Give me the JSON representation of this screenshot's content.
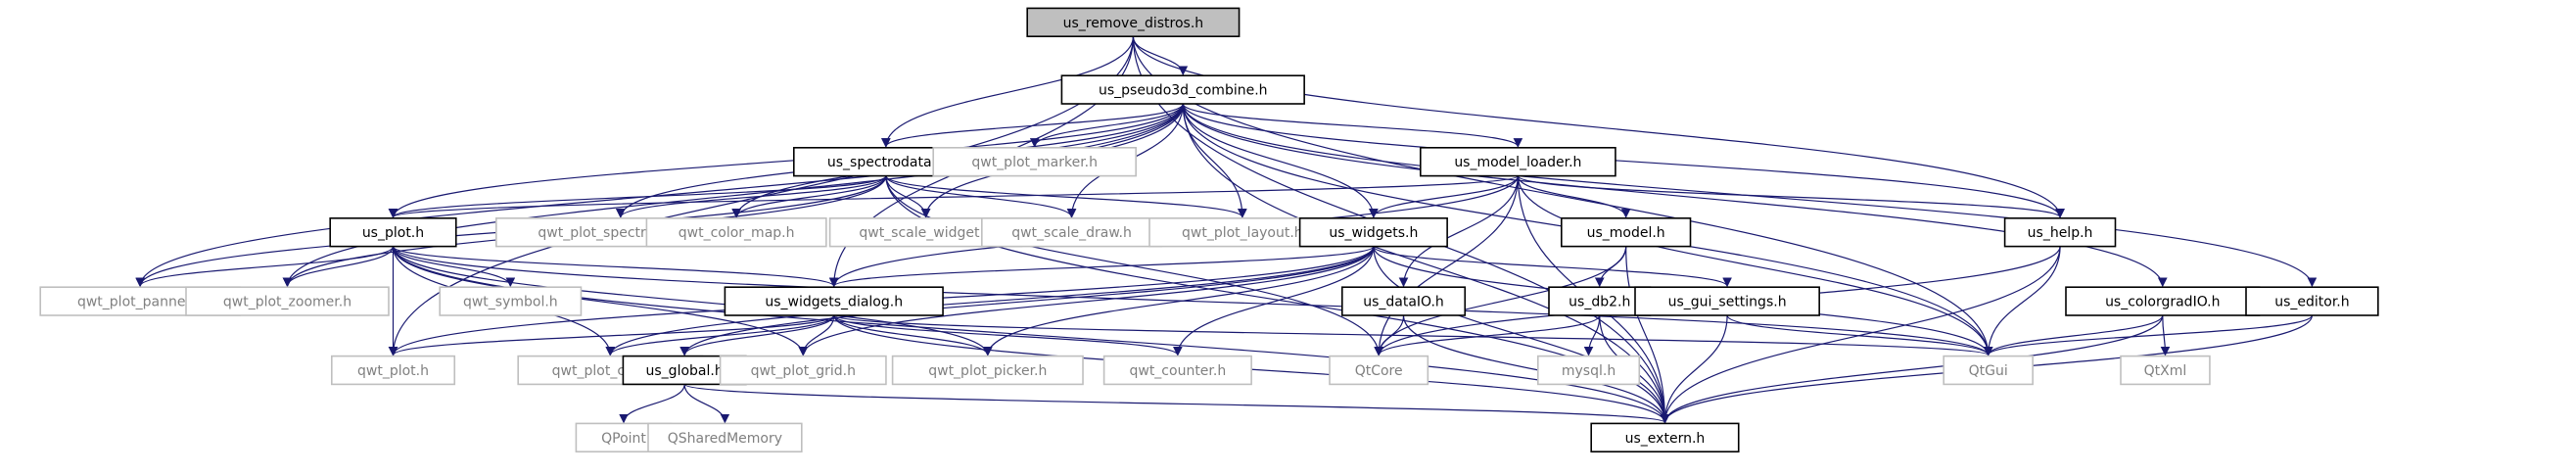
{
  "nodes": [
    {
      "id": "us_remove_distros",
      "label": "us_remove_distros.h",
      "style": "root"
    },
    {
      "id": "us_pseudo3d_combine",
      "label": "us_pseudo3d_combine.h",
      "style": "dark"
    },
    {
      "id": "us_spectrodata",
      "label": "us_spectrodata.h",
      "style": "dark"
    },
    {
      "id": "qwt_plot_marker",
      "label": "qwt_plot_marker.h",
      "style": "light"
    },
    {
      "id": "us_model_loader",
      "label": "us_model_loader.h",
      "style": "dark"
    },
    {
      "id": "us_plot",
      "label": "us_plot.h",
      "style": "dark"
    },
    {
      "id": "qwt_plot_spectrogram",
      "label": "qwt_plot_spectrogram.h",
      "style": "light"
    },
    {
      "id": "qwt_color_map",
      "label": "qwt_color_map.h",
      "style": "light"
    },
    {
      "id": "qwt_scale_widget",
      "label": "qwt_scale_widget.h",
      "style": "light"
    },
    {
      "id": "qwt_scale_draw",
      "label": "qwt_scale_draw.h",
      "style": "light"
    },
    {
      "id": "qwt_plot_layout",
      "label": "qwt_plot_layout.h",
      "style": "light"
    },
    {
      "id": "us_widgets",
      "label": "us_widgets.h",
      "style": "dark"
    },
    {
      "id": "us_model",
      "label": "us_model.h",
      "style": "dark"
    },
    {
      "id": "us_help",
      "label": "us_help.h",
      "style": "dark"
    },
    {
      "id": "us_colorgradIO",
      "label": "us_colorgradIO.h",
      "style": "dark"
    },
    {
      "id": "us_editor",
      "label": "us_editor.h",
      "style": "dark"
    },
    {
      "id": "qwt_plot_panner",
      "label": "qwt_plot_panner.h",
      "style": "light"
    },
    {
      "id": "qwt_plot_zoomer",
      "label": "qwt_plot_zoomer.h",
      "style": "light"
    },
    {
      "id": "qwt_symbol",
      "label": "qwt_symbol.h",
      "style": "light"
    },
    {
      "id": "us_widgets_dialog",
      "label": "us_widgets_dialog.h",
      "style": "dark"
    },
    {
      "id": "us_dataIO",
      "label": "us_dataIO.h",
      "style": "dark"
    },
    {
      "id": "us_db2",
      "label": "us_db2.h",
      "style": "dark"
    },
    {
      "id": "us_gui_settings",
      "label": "us_gui_settings.h",
      "style": "dark"
    },
    {
      "id": "qwt_plot",
      "label": "qwt_plot.h",
      "style": "light"
    },
    {
      "id": "qwt_plot_curve",
      "label": "qwt_plot_curve.h",
      "style": "light"
    },
    {
      "id": "us_global",
      "label": "us_global.h",
      "style": "dark"
    },
    {
      "id": "qwt_plot_grid",
      "label": "qwt_plot_grid.h",
      "style": "light"
    },
    {
      "id": "qwt_plot_picker",
      "label": "qwt_plot_picker.h",
      "style": "light"
    },
    {
      "id": "qwt_counter",
      "label": "qwt_counter.h",
      "style": "light"
    },
    {
      "id": "QtCore",
      "label": "QtCore",
      "style": "light"
    },
    {
      "id": "mysql",
      "label": "mysql.h",
      "style": "light"
    },
    {
      "id": "QtGui",
      "label": "QtGui",
      "style": "light"
    },
    {
      "id": "QtXml",
      "label": "QtXml",
      "style": "light"
    },
    {
      "id": "QPoint",
      "label": "QPoint",
      "style": "light"
    },
    {
      "id": "QSharedMemory",
      "label": "QSharedMemory",
      "style": "light"
    },
    {
      "id": "us_extern",
      "label": "us_extern.h",
      "style": "dark"
    }
  ],
  "edges": [
    [
      "us_remove_distros",
      "us_pseudo3d_combine"
    ],
    [
      "us_remove_distros",
      "us_spectrodata"
    ],
    [
      "us_remove_distros",
      "us_widgets_dialog"
    ],
    [
      "us_remove_distros",
      "qwt_plot"
    ],
    [
      "us_remove_distros",
      "us_help"
    ],
    [
      "us_remove_distros",
      "QtGui"
    ],
    [
      "us_remove_distros",
      "us_extern"
    ],
    [
      "us_pseudo3d_combine",
      "us_spectrodata"
    ],
    [
      "us_pseudo3d_combine",
      "qwt_plot_marker"
    ],
    [
      "us_pseudo3d_combine",
      "us_model_loader"
    ],
    [
      "us_pseudo3d_combine",
      "us_plot"
    ],
    [
      "us_pseudo3d_combine",
      "qwt_plot_spectrogram"
    ],
    [
      "us_pseudo3d_combine",
      "qwt_color_map"
    ],
    [
      "us_pseudo3d_combine",
      "qwt_scale_widget"
    ],
    [
      "us_pseudo3d_combine",
      "qwt_scale_draw"
    ],
    [
      "us_pseudo3d_combine",
      "qwt_plot_layout"
    ],
    [
      "us_pseudo3d_combine",
      "us_widgets"
    ],
    [
      "us_pseudo3d_combine",
      "us_help"
    ],
    [
      "us_pseudo3d_combine",
      "us_colorgradIO"
    ],
    [
      "us_pseudo3d_combine",
      "us_editor"
    ],
    [
      "us_pseudo3d_combine",
      "qwt_plot_panner"
    ],
    [
      "us_pseudo3d_combine",
      "qwt_plot_zoomer"
    ],
    [
      "us_pseudo3d_combine",
      "QtGui"
    ],
    [
      "us_pseudo3d_combine",
      "us_extern"
    ],
    [
      "us_spectrodata",
      "us_plot"
    ],
    [
      "us_spectrodata",
      "qwt_plot_spectrogram"
    ],
    [
      "us_spectrodata",
      "qwt_color_map"
    ],
    [
      "us_spectrodata",
      "qwt_scale_widget"
    ],
    [
      "us_spectrodata",
      "qwt_scale_draw"
    ],
    [
      "us_spectrodata",
      "qwt_plot_layout"
    ],
    [
      "us_spectrodata",
      "qwt_plot_panner"
    ],
    [
      "us_spectrodata",
      "qwt_plot_zoomer"
    ],
    [
      "us_spectrodata",
      "QtCore"
    ],
    [
      "us_spectrodata",
      "us_extern"
    ],
    [
      "us_model_loader",
      "us_plot"
    ],
    [
      "us_model_loader",
      "us_widgets"
    ],
    [
      "us_model_loader",
      "us_model"
    ],
    [
      "us_model_loader",
      "us_help"
    ],
    [
      "us_model_loader",
      "us_dataIO"
    ],
    [
      "us_model_loader",
      "us_widgets_dialog"
    ],
    [
      "us_model_loader",
      "QtCore"
    ],
    [
      "us_model_loader",
      "QtGui"
    ],
    [
      "us_model_loader",
      "us_extern"
    ],
    [
      "us_plot",
      "qwt_plot_panner"
    ],
    [
      "us_plot",
      "qwt_plot_zoomer"
    ],
    [
      "us_plot",
      "qwt_symbol"
    ],
    [
      "us_plot",
      "us_widgets_dialog"
    ],
    [
      "us_plot",
      "qwt_plot"
    ],
    [
      "us_plot",
      "qwt_plot_curve"
    ],
    [
      "us_plot",
      "qwt_plot_grid"
    ],
    [
      "us_plot",
      "qwt_plot_picker"
    ],
    [
      "us_plot",
      "us_extern"
    ],
    [
      "us_plot",
      "QtGui"
    ],
    [
      "us_widgets",
      "us_widgets_dialog"
    ],
    [
      "us_widgets",
      "qwt_plot"
    ],
    [
      "us_widgets",
      "qwt_plot_curve"
    ],
    [
      "us_widgets",
      "us_global"
    ],
    [
      "us_widgets",
      "qwt_plot_grid"
    ],
    [
      "us_widgets",
      "qwt_plot_picker"
    ],
    [
      "us_widgets",
      "qwt_counter"
    ],
    [
      "us_widgets",
      "us_gui_settings"
    ],
    [
      "us_widgets",
      "QtGui"
    ],
    [
      "us_widgets",
      "us_extern"
    ],
    [
      "us_model",
      "us_db2"
    ],
    [
      "us_model",
      "QtCore"
    ],
    [
      "us_model",
      "us_extern"
    ],
    [
      "us_help",
      "QtCore"
    ],
    [
      "us_help",
      "QtGui"
    ],
    [
      "us_help",
      "us_extern"
    ],
    [
      "us_colorgradIO",
      "QtGui"
    ],
    [
      "us_colorgradIO",
      "QtXml"
    ],
    [
      "us_colorgradIO",
      "us_extern"
    ],
    [
      "us_editor",
      "QtGui"
    ],
    [
      "us_editor",
      "us_extern"
    ],
    [
      "us_widgets_dialog",
      "qwt_plot"
    ],
    [
      "us_widgets_dialog",
      "qwt_plot_curve"
    ],
    [
      "us_widgets_dialog",
      "us_global"
    ],
    [
      "us_widgets_dialog",
      "qwt_plot_grid"
    ],
    [
      "us_widgets_dialog",
      "qwt_plot_picker"
    ],
    [
      "us_widgets_dialog",
      "qwt_counter"
    ],
    [
      "us_widgets_dialog",
      "QtGui"
    ],
    [
      "us_widgets_dialog",
      "us_extern"
    ],
    [
      "us_dataIO",
      "QtCore"
    ],
    [
      "us_dataIO",
      "us_extern"
    ],
    [
      "us_db2",
      "QtCore"
    ],
    [
      "us_db2",
      "mysql"
    ],
    [
      "us_db2",
      "us_extern"
    ],
    [
      "us_gui_settings",
      "QtGui"
    ],
    [
      "us_gui_settings",
      "us_extern"
    ],
    [
      "us_global",
      "QPoint"
    ],
    [
      "us_global",
      "QSharedMemory"
    ],
    [
      "us_global",
      "us_extern"
    ]
  ],
  "colors": {
    "edge": "#191970",
    "root_fill": "#bfbfbf",
    "dark_border": "#000000",
    "light_border": "#bfbfbf",
    "light_text": "#808080"
  }
}
